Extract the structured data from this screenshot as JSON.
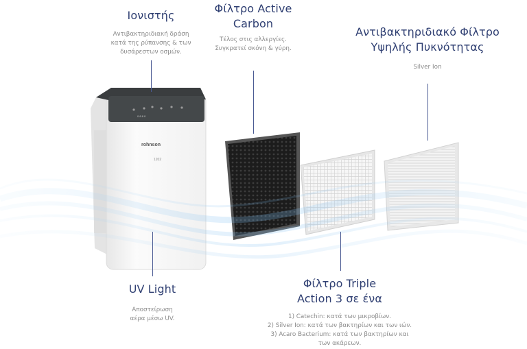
{
  "features": {
    "ionizer": {
      "title": "Ιονιστής",
      "desc": [
        "Αντιβακτηριδιακή δράση",
        "κατά της ρύπανσης & των",
        "δυσάρεστων οσμών."
      ]
    },
    "carbon": {
      "title": [
        "Φίλτρο Active",
        "Carbon"
      ],
      "desc": [
        "Τέλος στις αλλεργίες.",
        "Συγκρατεί σκόνη & γύρη."
      ]
    },
    "hepa": {
      "title": [
        "Αντιβακτηριδιακό Φίλτρο",
        "Υψηλής Πυκνότητας"
      ],
      "desc": [
        "Silver Ion"
      ]
    },
    "uv": {
      "title": "UV Light",
      "desc": [
        "Αποστείρωση",
        "αέρα μέσω UV."
      ]
    },
    "triple": {
      "title": [
        "Φίλτρο Triple",
        "Action 3 σε ένα"
      ],
      "desc": [
        "1) Catechin: κατά των μικροβίων.",
        "2) Silver Ion: κατά των βακτηρίων και των ιών.",
        "3) Acaro Bacterium: κατά των βακτηρίων και",
        "των ακάρεων."
      ]
    }
  },
  "device": {
    "brand": "rohnson",
    "model": "1202"
  },
  "colors": {
    "heading": "#2f3f72",
    "text": "#8a8a8a",
    "line": "#4a5a93",
    "wave": "#8ec6ee"
  }
}
